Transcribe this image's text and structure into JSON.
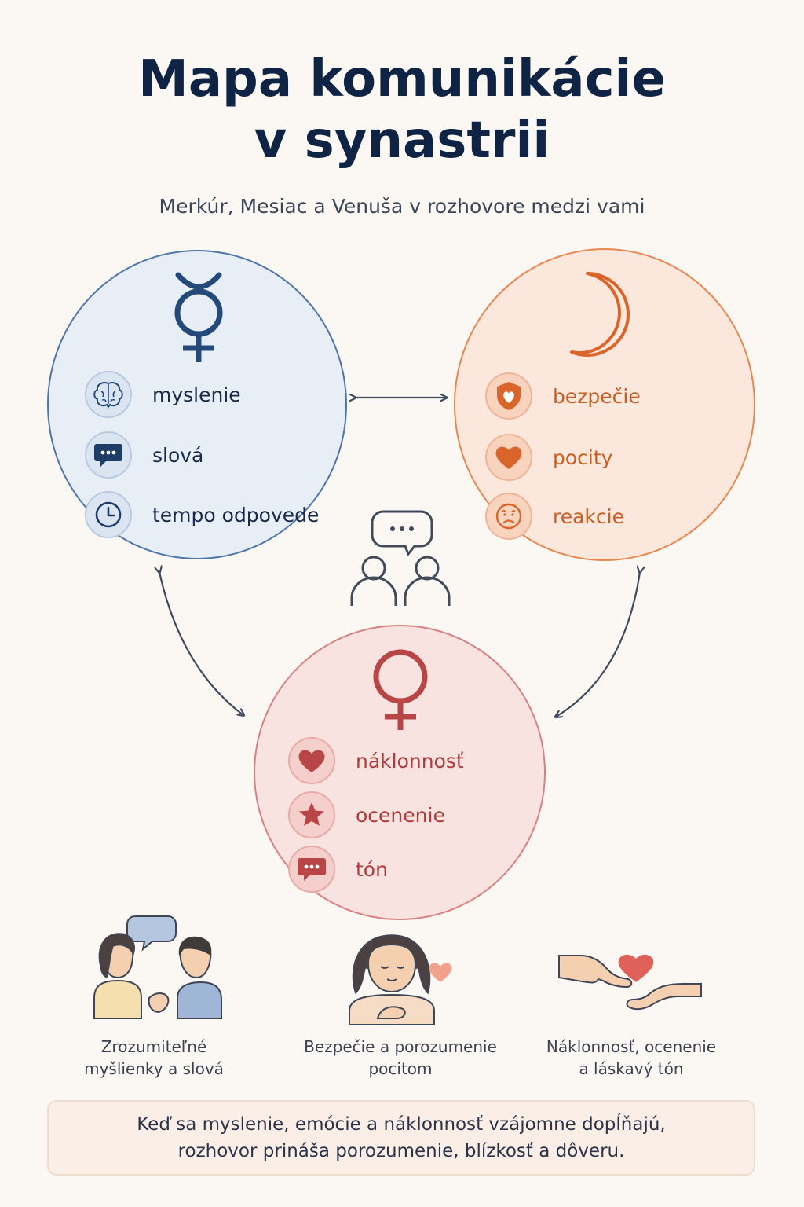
{
  "title_line1": "Mapa komunikácie",
  "title_line2": "v synastrii",
  "subtitle": "Merkúr, Mesiac a Venuša v rozhovore medzi vami",
  "mercury": {
    "symbol_icon": "mercury-symbol-icon",
    "color": "#244a7a",
    "items": [
      {
        "label": "myslenie",
        "icon": "brain-icon"
      },
      {
        "label": "slová",
        "icon": "speech-bubble-icon"
      },
      {
        "label": "tempo odpovede",
        "icon": "clock-icon"
      }
    ]
  },
  "moon": {
    "symbol_icon": "crescent-moon-icon",
    "color": "#d9652b",
    "items": [
      {
        "label": "bezpečie",
        "icon": "shield-heart-icon"
      },
      {
        "label": "pocity",
        "icon": "heart-icon"
      },
      {
        "label": "reakcie",
        "icon": "sad-face-icon"
      }
    ]
  },
  "venus": {
    "symbol_icon": "venus-symbol-icon",
    "color": "#b84646",
    "items": [
      {
        "label": "náklonnosť",
        "icon": "heart-icon"
      },
      {
        "label": "ocenenie",
        "icon": "star-icon"
      },
      {
        "label": "tón",
        "icon": "speech-bubble-icon"
      }
    ]
  },
  "center_icon": "people-talking-icon",
  "illustrations": [
    {
      "icon": "two-people-talking-icon",
      "caption_line1": "Zrozumiteľné",
      "caption_line2": "myšlienky a slová"
    },
    {
      "icon": "woman-hand-on-heart-icon",
      "caption_line1": "Bezpečie a porozumenie",
      "caption_line2": "pocitom"
    },
    {
      "icon": "hands-giving-heart-icon",
      "caption_line1": "Náklonnosť, ocenenie",
      "caption_line2": "a láskavý tón"
    }
  ],
  "footer": {
    "line1": "Keď sa myslenie, emócie a náklonnosť vzájomne dopĺňajú,",
    "line2": "rozhovor prináša porozumenie, blízkosť a dôveru."
  }
}
